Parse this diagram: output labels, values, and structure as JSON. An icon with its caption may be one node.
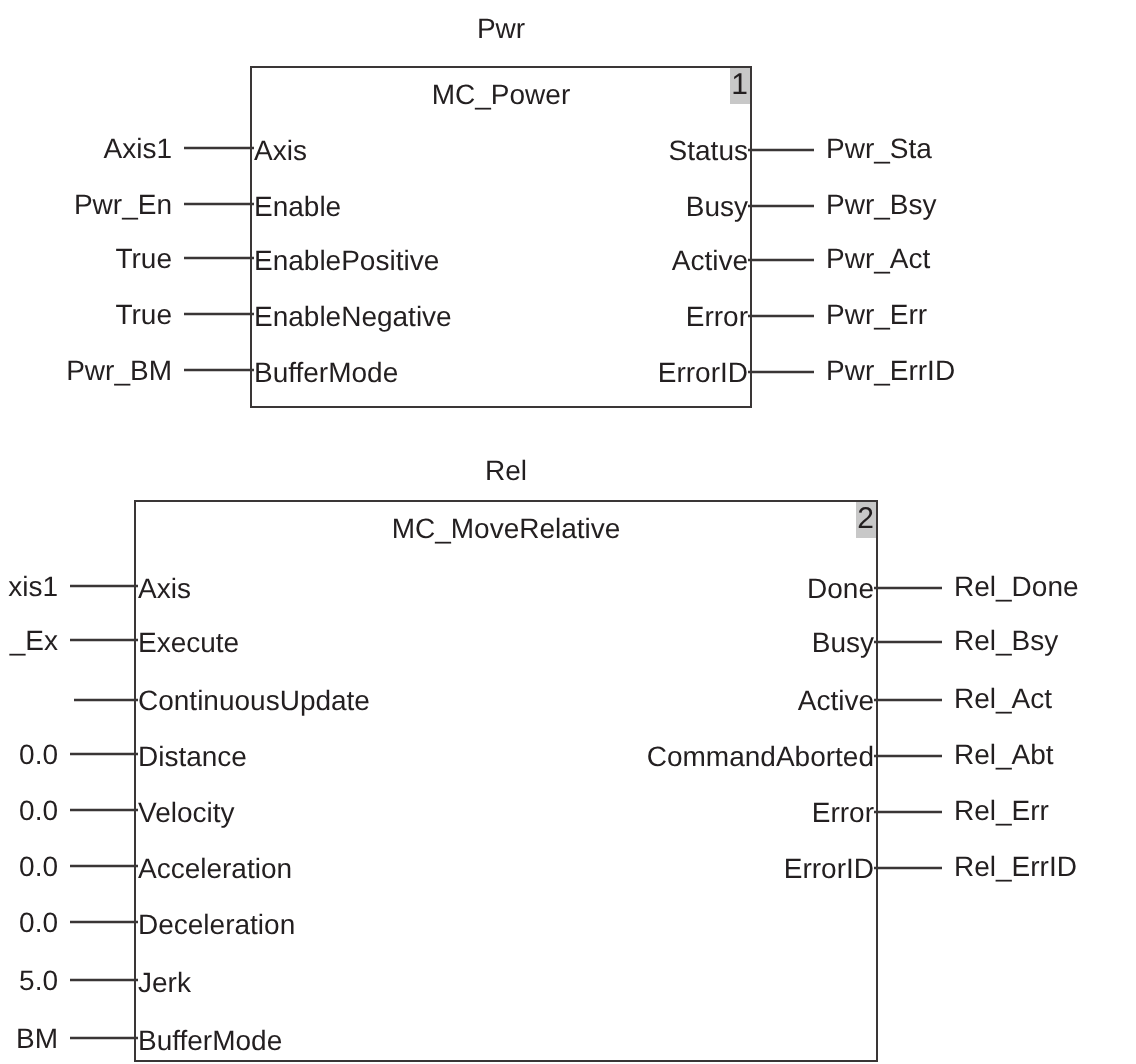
{
  "diagram": {
    "nodes": [
      {
        "text": [
          "Pwr",
          "MC_Power",
          "1"
        ]
      },
      {
        "text": [
          "Axis"
        ],
        "in": 0
      },
      {
        "text": [
          "Enable"
        ],
        "in": 0
      },
      {
        "text": [
          "EnablePositive"
        ],
        "in": 0
      },
      {
        "text": [
          "EnableNegative"
        ],
        "in": 0
      },
      {
        "text": [
          "BufferMode"
        ],
        "in": 0
      },
      {
        "text": [
          "Status"
        ],
        "in": 0
      },
      {
        "text": [
          "Busy"
        ],
        "in": 0
      },
      {
        "text": [
          "Active"
        ],
        "in": 0
      },
      {
        "text": [
          "Error"
        ],
        "in": 0
      },
      {
        "text": [
          "ErrorID"
        ],
        "in": 0
      },
      {
        "text": [
          "Axis1"
        ]
      },
      {
        "text": [
          "Pwr_En"
        ]
      },
      {
        "text": [
          "True"
        ]
      },
      {
        "text": [
          "True"
        ]
      },
      {
        "text": [
          "Pwr_BM"
        ]
      },
      {
        "text": [
          "Pwr_Sta"
        ]
      },
      {
        "text": [
          "Pwr_Bsy"
        ]
      },
      {
        "text": [
          "Pwr_Act"
        ]
      },
      {
        "text": [
          "Pwr_Err"
        ]
      },
      {
        "text": [
          "Pwr_ErrID"
        ]
      },
      {
        "text": [
          "Rel",
          "MC_MoveRelative",
          "2"
        ]
      },
      {
        "text": [
          "Axis"
        ],
        "in": 21
      },
      {
        "text": [
          "Execute"
        ],
        "in": 21
      },
      {
        "text": [
          "ContinuousUpdate"
        ],
        "in": 21
      },
      {
        "text": [
          "Distance"
        ],
        "in": 21
      },
      {
        "text": [
          "Velocity"
        ],
        "in": 21
      },
      {
        "text": [
          "Acceleration"
        ],
        "in": 21
      },
      {
        "text": [
          "Deceleration"
        ],
        "in": 21
      },
      {
        "text": [
          "Jerk"
        ],
        "in": 21
      },
      {
        "text": [
          "BufferMode"
        ],
        "in": 21
      },
      {
        "text": [
          "Done"
        ],
        "in": 21
      },
      {
        "text": [
          "Busy"
        ],
        "in": 21
      },
      {
        "text": [
          "Active"
        ],
        "in": 21
      },
      {
        "text": [
          "CommandAborted"
        ],
        "in": 21
      },
      {
        "text": [
          "Error"
        ],
        "in": 21
      },
      {
        "text": [
          "ErrorID"
        ],
        "in": 21
      },
      {
        "text": [
          "xis1"
        ]
      },
      {
        "text": [
          "_Ex"
        ]
      },
      {
        "text": [
          "0.0"
        ]
      },
      {
        "text": [
          "0.0"
        ]
      },
      {
        "text": [
          "0.0"
        ]
      },
      {
        "text": [
          "0.0"
        ]
      },
      {
        "text": [
          "5.0"
        ]
      },
      {
        "text": [
          "BM"
        ]
      },
      {
        "text": [
          "Rel_Done"
        ]
      },
      {
        "text": [
          "Rel_Bsy"
        ]
      },
      {
        "text": [
          "Rel_Act"
        ]
      },
      {
        "text": [
          "Rel_Abt"
        ]
      },
      {
        "text": [
          "Rel_Err"
        ]
      },
      {
        "text": [
          "Rel_ErrID"
        ]
      }
    ],
    "edges": [
      {
        "from": 11,
        "to": 1,
        "arrow": "none"
      },
      {
        "from": 12,
        "to": 2,
        "arrow": "none"
      },
      {
        "from": 13,
        "to": 3,
        "arrow": "none"
      },
      {
        "from": 14,
        "to": 4,
        "arrow": "none"
      },
      {
        "from": 15,
        "to": 5,
        "arrow": "none"
      },
      {
        "from": 6,
        "to": 16,
        "arrow": "none"
      },
      {
        "from": 7,
        "to": 17,
        "arrow": "none"
      },
      {
        "from": 8,
        "to": 18,
        "arrow": "none"
      },
      {
        "from": 9,
        "to": 19,
        "arrow": "none"
      },
      {
        "from": 10,
        "to": 20,
        "arrow": "none"
      },
      {
        "from": 37,
        "to": 22,
        "arrow": "none"
      },
      {
        "from": 38,
        "to": 23,
        "arrow": "none"
      },
      {
        "from": null,
        "to": 24,
        "arrow": "none"
      },
      {
        "from": 39,
        "to": 25,
        "arrow": "none"
      },
      {
        "from": 40,
        "to": 26,
        "arrow": "none"
      },
      {
        "from": 41,
        "to": 27,
        "arrow": "none"
      },
      {
        "from": 42,
        "to": 28,
        "arrow": "none"
      },
      {
        "from": 43,
        "to": 29,
        "arrow": "none"
      },
      {
        "from": 44,
        "to": 30,
        "arrow": "none"
      },
      {
        "from": 31,
        "to": 45,
        "arrow": "none"
      },
      {
        "from": 32,
        "to": 46,
        "arrow": "none"
      },
      {
        "from": 33,
        "to": 47,
        "arrow": "none"
      },
      {
        "from": 34,
        "to": 48,
        "arrow": "none"
      },
      {
        "from": 35,
        "to": 49,
        "arrow": "none"
      },
      {
        "from": 36,
        "to": 50,
        "arrow": "none"
      }
    ]
  }
}
